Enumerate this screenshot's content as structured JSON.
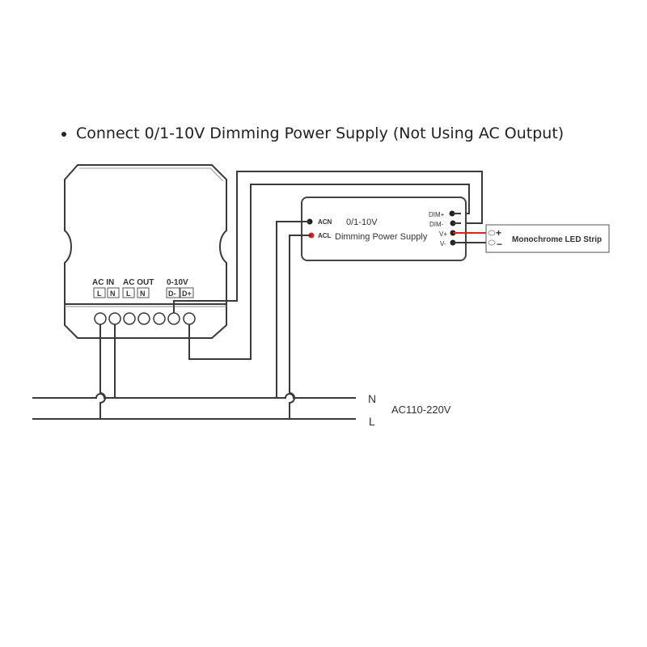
{
  "title": "Connect 0/1-10V Dimming Power Supply (Not Using AC Output)",
  "controller": {
    "ac_in_label": "AC IN",
    "ac_out_label": "AC OUT",
    "dim_label": "0-10V",
    "terminals": [
      "L",
      "N",
      "L",
      "N",
      "D-",
      "D+"
    ]
  },
  "power_supply": {
    "line1": "0/1-10V",
    "line2": "Dimming Power Supply",
    "acn": "ACN",
    "acl": "ACL",
    "dim_plus": "DIM+",
    "dim_minus": "DIM-",
    "v_plus": "V+",
    "v_minus": "V-"
  },
  "led_strip": {
    "label": "Monochrome LED Strip",
    "plus": "+",
    "minus": "−"
  },
  "mains": {
    "n": "N",
    "l": "L",
    "voltage": "AC110-220V"
  },
  "colors": {
    "wire": "#3a3a3a",
    "positive": "#e02020"
  }
}
